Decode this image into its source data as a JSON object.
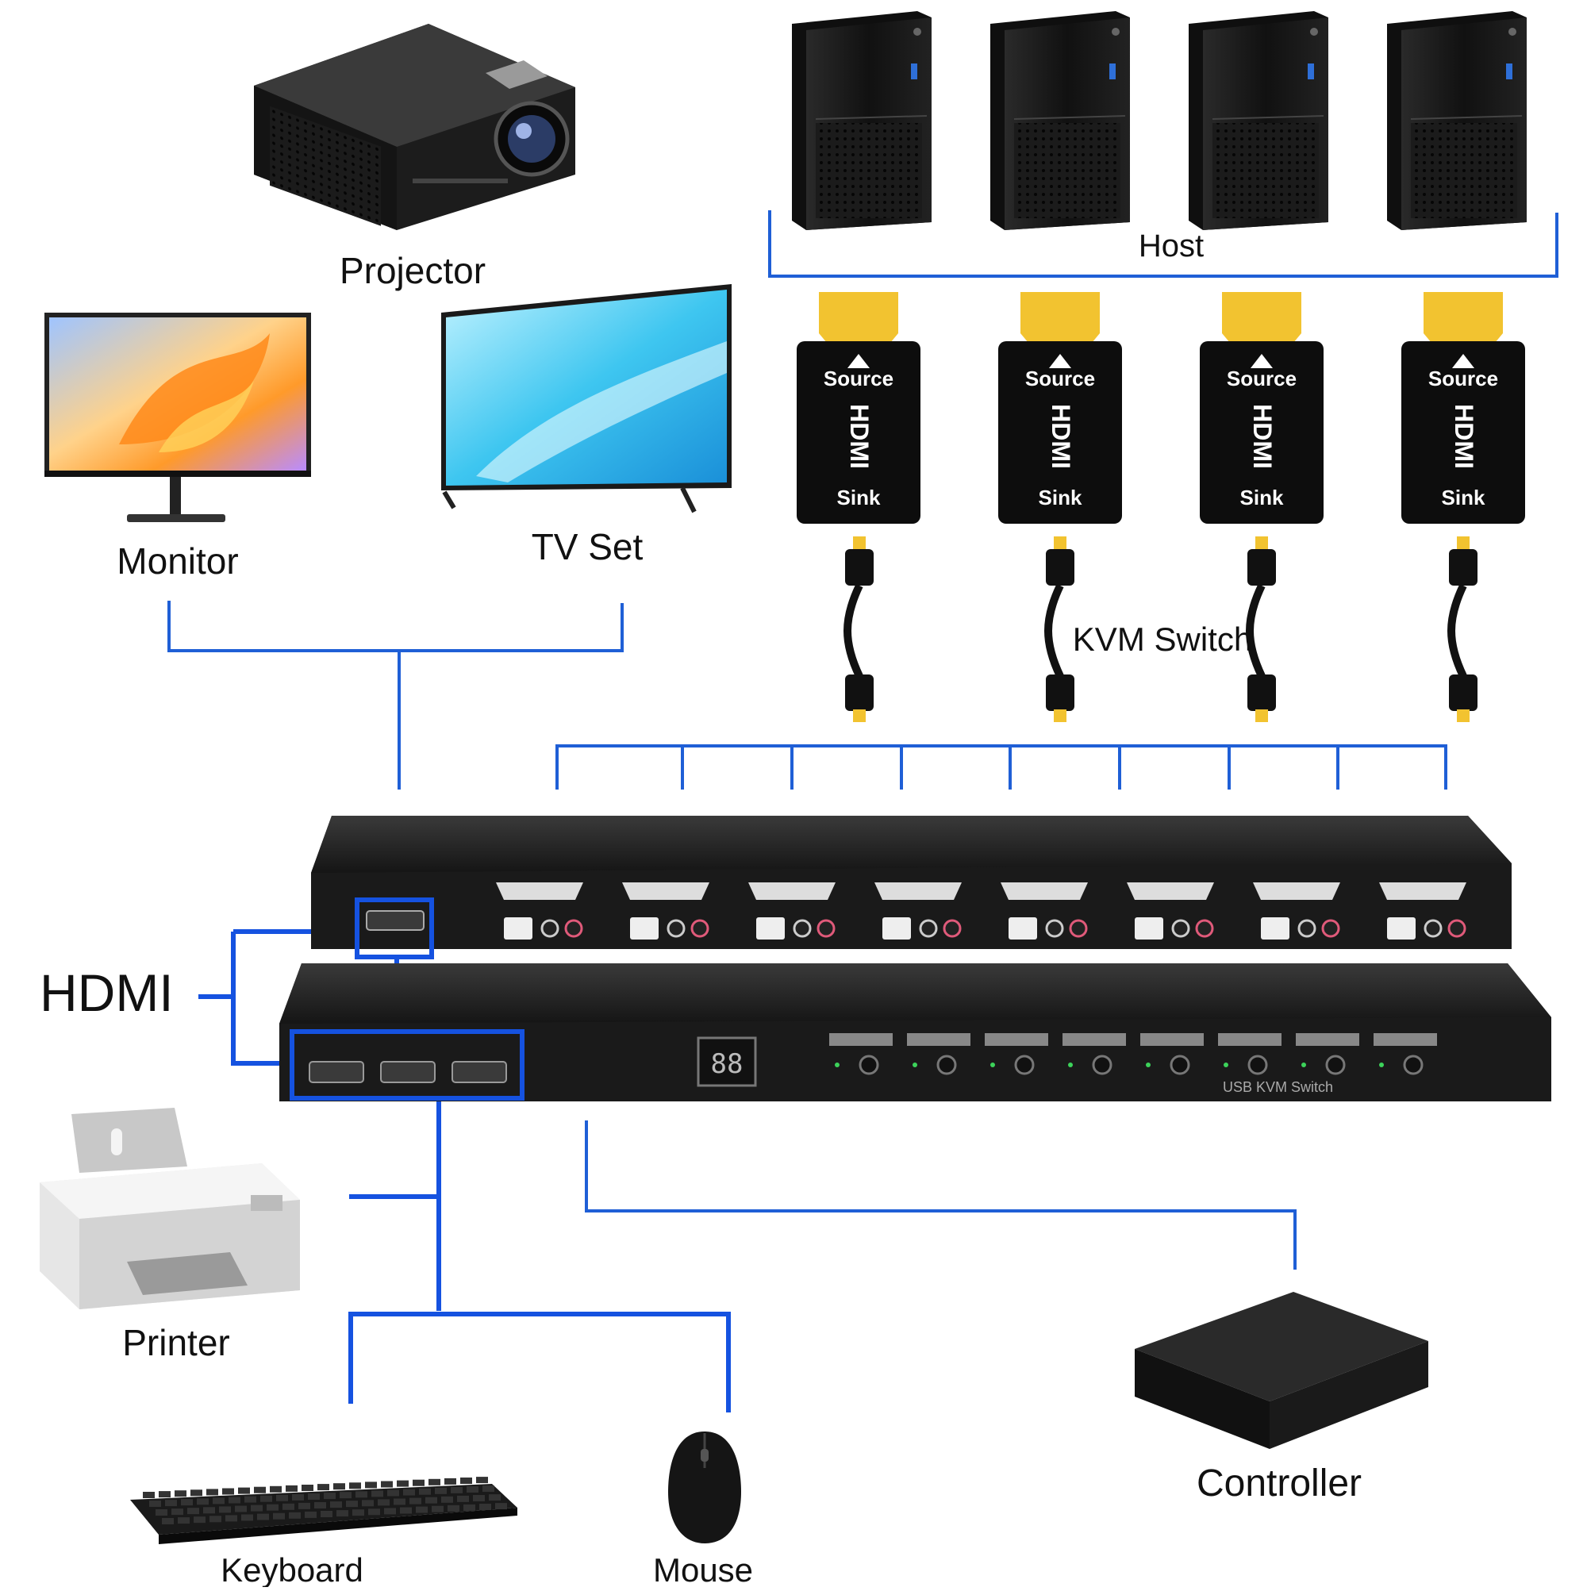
{
  "labels": {
    "projector": "Projector",
    "monitor": "Monitor",
    "tv_set": "TV Set",
    "host": "Host",
    "kvm_switch": "KVM Switch",
    "hdmi": "HDMI",
    "printer": "Printer",
    "controller": "Controller",
    "keyboard": "Keyboard",
    "mouse": "Mouse"
  },
  "emulator": {
    "top_text": "Source",
    "side_text": "HDMI",
    "bottom_text": "Sink"
  },
  "device": {
    "model_text": "USB KVM Switch",
    "display_text": "88"
  },
  "colors": {
    "connector_line": "#1f5fd6",
    "highlight_box": "#1552e0",
    "device_body": "#1a1a1a",
    "gold": "#f2c330"
  }
}
